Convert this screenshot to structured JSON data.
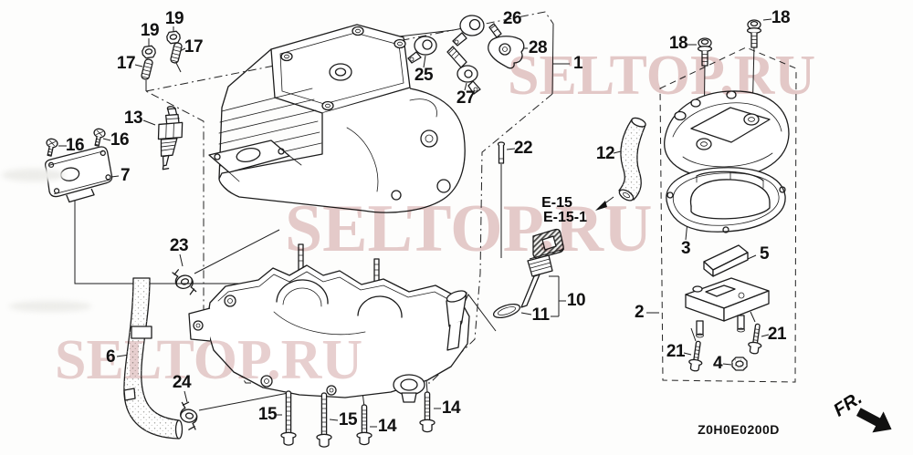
{
  "watermark": {
    "text": "SELTOP.RU",
    "color": "#c07f7f"
  },
  "diagram": {
    "code": "Z0H0E0200D",
    "front_marker": "FR.",
    "section_ref_line1": "E-15",
    "section_ref_line2": "E-15-1"
  },
  "callouts": {
    "p1": "1",
    "p2": "2",
    "p3": "3",
    "p4": "4",
    "p5": "5",
    "p6": "6",
    "p7": "7",
    "p10": "10",
    "p11": "11",
    "p12": "12",
    "p13": "13",
    "p14": "14",
    "p15": "15",
    "p16": "16",
    "p17": "17",
    "p18": "18",
    "p19": "19",
    "p21": "21",
    "p22": "22",
    "p23": "23",
    "p24": "24",
    "p25": "25",
    "p26": "26",
    "p27": "27",
    "p28": "28"
  }
}
